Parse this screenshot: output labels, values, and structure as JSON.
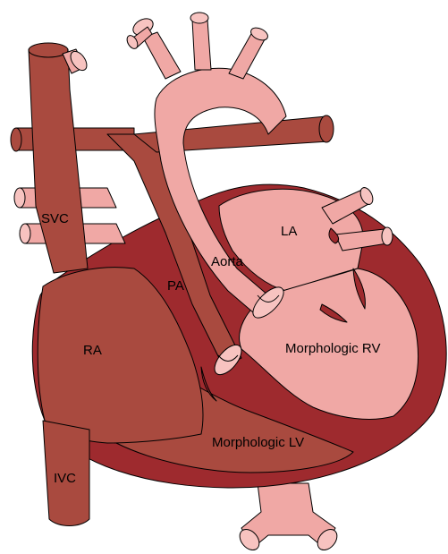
{
  "colors": {
    "dark_red": "#A94A3F",
    "deep_red": "#9E2A2E",
    "pink": "#F0A8A5",
    "light_pink": "#F7C3C0",
    "outline": "#000000"
  },
  "labels": {
    "svc": "SVC",
    "la": "LA",
    "aorta": "Aorta",
    "pa": "PA",
    "ra": "RA",
    "morphologic_rv": "Morphologic RV",
    "morphologic_lv": "Morphologic LV",
    "ivc": "IVC"
  }
}
